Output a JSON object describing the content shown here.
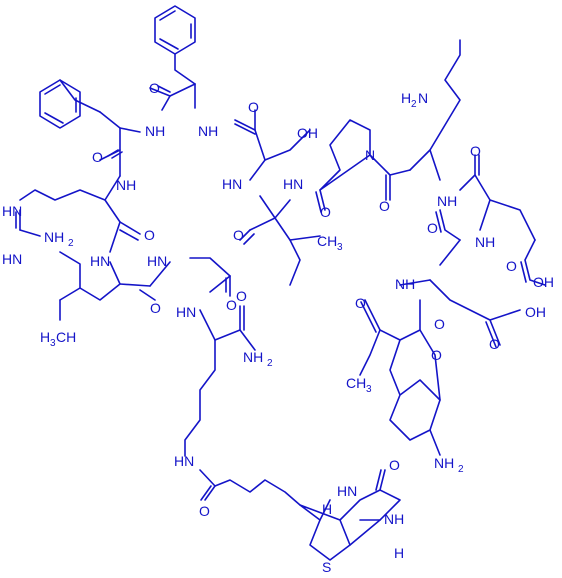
{
  "atom_labels": {
    "nh_phe1": "NH",
    "nh_phe2": "NH",
    "o_phe2": "O",
    "o_ser": "O",
    "oh_ser": "OH",
    "o_phe1": "O",
    "nh_arg": "NH",
    "hn_guan": "HN",
    "nh2_guan": "NH",
    "hn_guan2": "HN",
    "o_arg": "O",
    "hn_leu": "HN",
    "hn_gly": "HN",
    "o_leu": "O",
    "o_gly": "O",
    "hn_lys": "HN",
    "o_lys": "O",
    "nh2_lys": "NH",
    "hn_ser": "HN",
    "hn_ile": "HN",
    "o_ile": "O",
    "o_pro": "O",
    "n_pro": "N",
    "h2n_lys2": "H",
    "o_lys2": "O",
    "nh_lys2": "NH",
    "o_glu1": "O",
    "o_glu2": "O",
    "nh_glu1": "NH",
    "oh_glu1": "OH",
    "nh_glu2": "NH",
    "oh_glu2": "OH",
    "o_glu2b": "O",
    "o_coum": "O",
    "o_coum2": "O",
    "o_coum_ring": "O",
    "ch3_coum": "CH",
    "nh2_coum": "NH",
    "h3c_leu": "H",
    "hn_biotin_link": "HN",
    "o_biotin_link": "O",
    "o_biotin": "O",
    "hn_biotin": "HN",
    "nh_biotin": "NH",
    "s_biotin": "S",
    "h_biotin1": "H",
    "h_biotin2": "H",
    "ch3_ile": "CH"
  },
  "subscripts": {
    "two": "2",
    "three": "3"
  }
}
